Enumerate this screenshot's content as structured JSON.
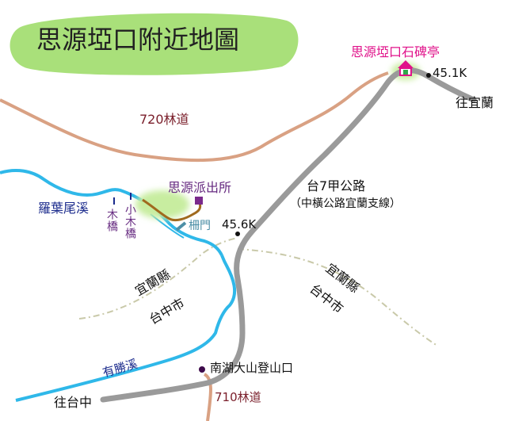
{
  "title": "思源埡口附近地圖",
  "places": {
    "pavilion": "思源埡口石碑亭",
    "km_451": "45.1K",
    "to_yilan": "往宜蘭",
    "forest_road_720": "720林道",
    "highway_name": "台7甲公路",
    "highway_note": "（中橫公路宜蘭支線）",
    "police_station": "思源派出所",
    "gate": "柵門",
    "km_456": "45.6K",
    "stream_luoye": "羅葉尾溪",
    "bridge_wood": "木橋",
    "bridge_small_wood": "小木橋",
    "yilan_county_left": "宜蘭縣",
    "taichung_left": "台中市",
    "yilan_county_right": "宜蘭縣",
    "taichung_right": "台中市",
    "stream_yousheng": "有勝溪",
    "trailhead": "南湖大山登山口",
    "forest_road_710": "710林道",
    "to_taichung": "往台中"
  },
  "colors": {
    "title_bg": "#a9e07a",
    "road": "#9a9a9a",
    "forest_road": "#d9a183",
    "stream": "#2fb8e9",
    "boundary": "#c9c9a9",
    "trail": "#a06a1e",
    "pavilion": "#e0128a",
    "purple": "#662a80",
    "navy": "#1a2a8c",
    "maroon": "#7a1e2a"
  }
}
